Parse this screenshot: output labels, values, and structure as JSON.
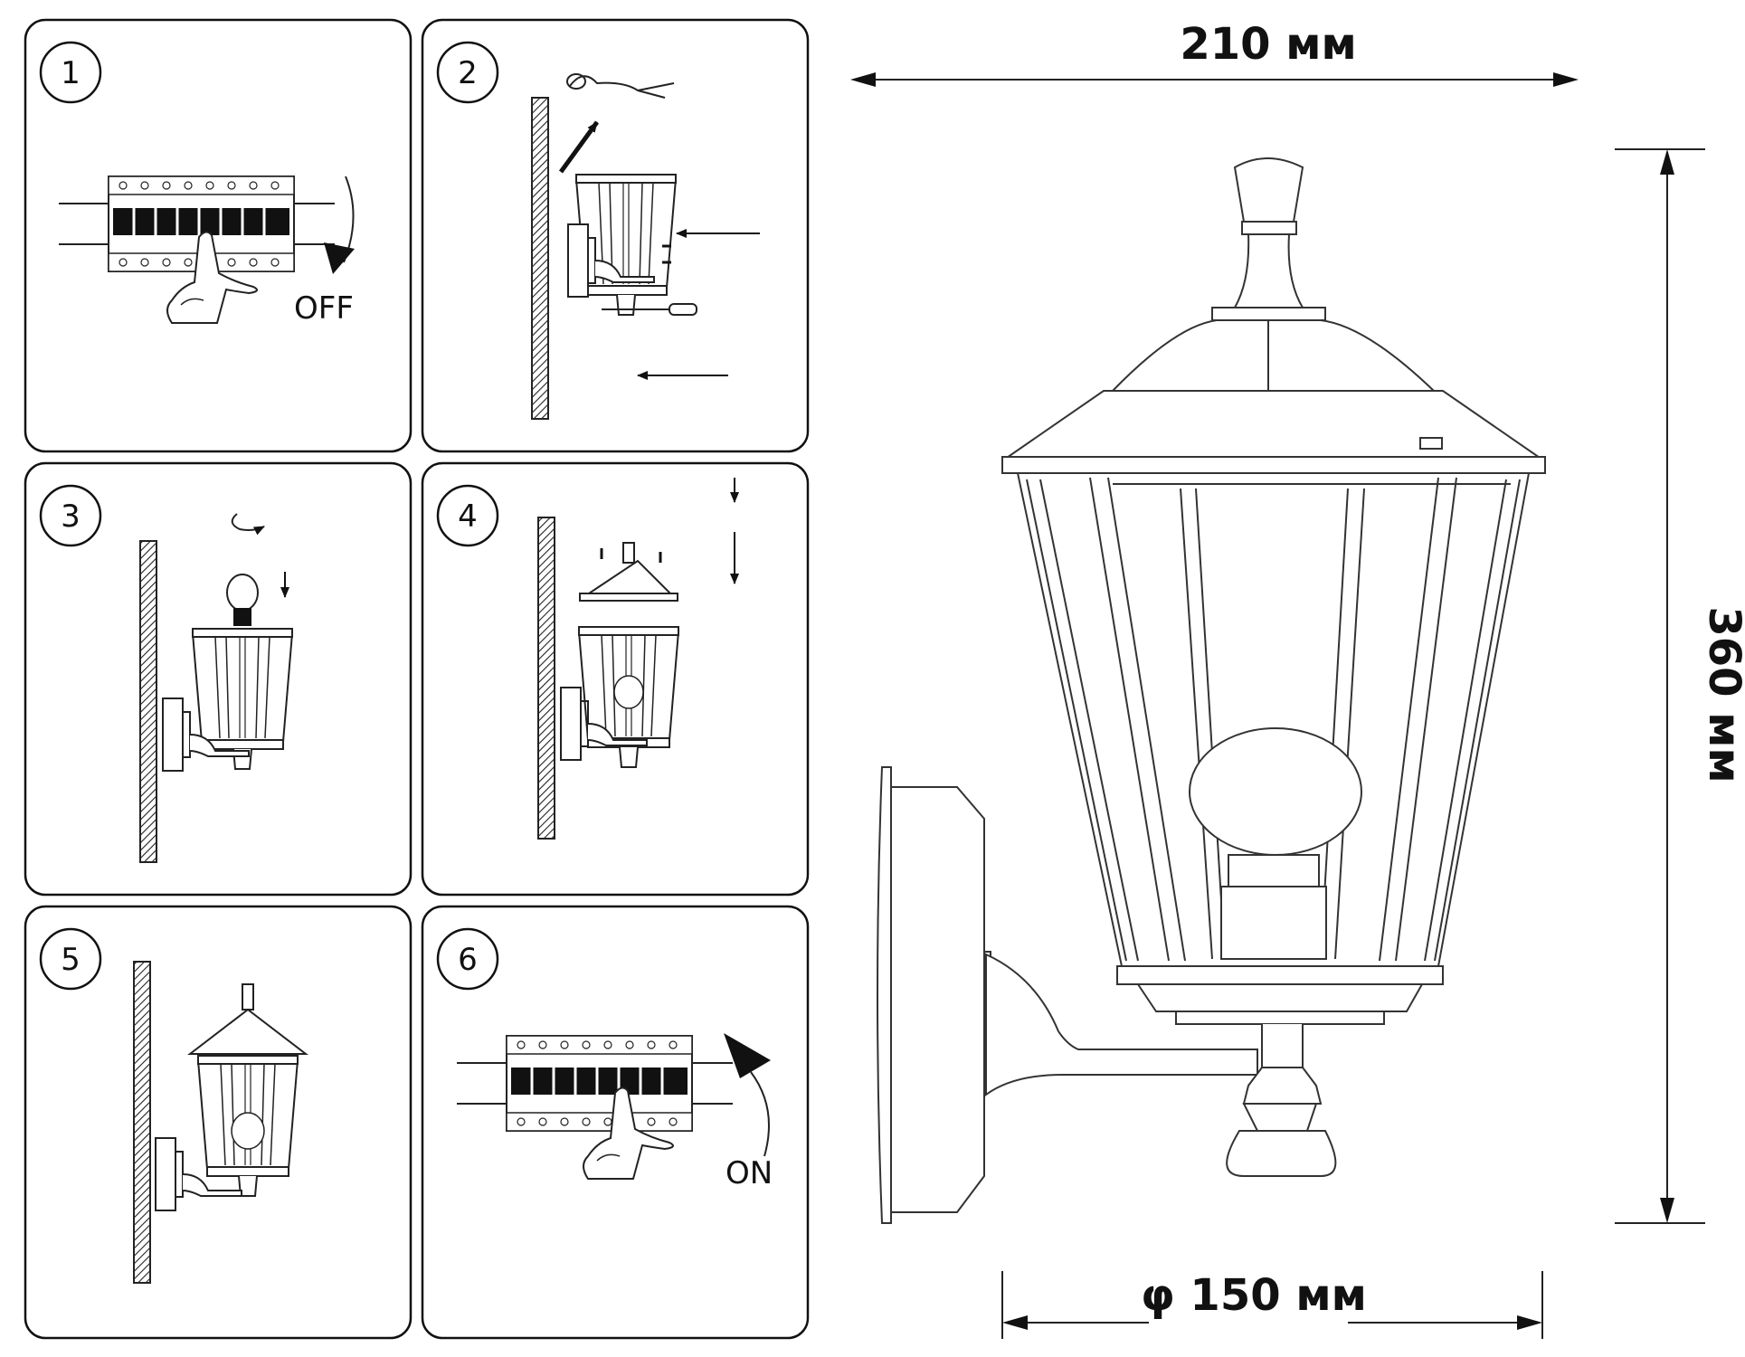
{
  "steps": [
    {
      "number": "1",
      "label": "OFF"
    },
    {
      "number": "2"
    },
    {
      "number": "3"
    },
    {
      "number": "4"
    },
    {
      "number": "5"
    },
    {
      "number": "6",
      "label": "ON"
    }
  ],
  "dimensions": {
    "width": "210 мм",
    "height": "360 мм",
    "diameter": "φ 150 мм"
  }
}
